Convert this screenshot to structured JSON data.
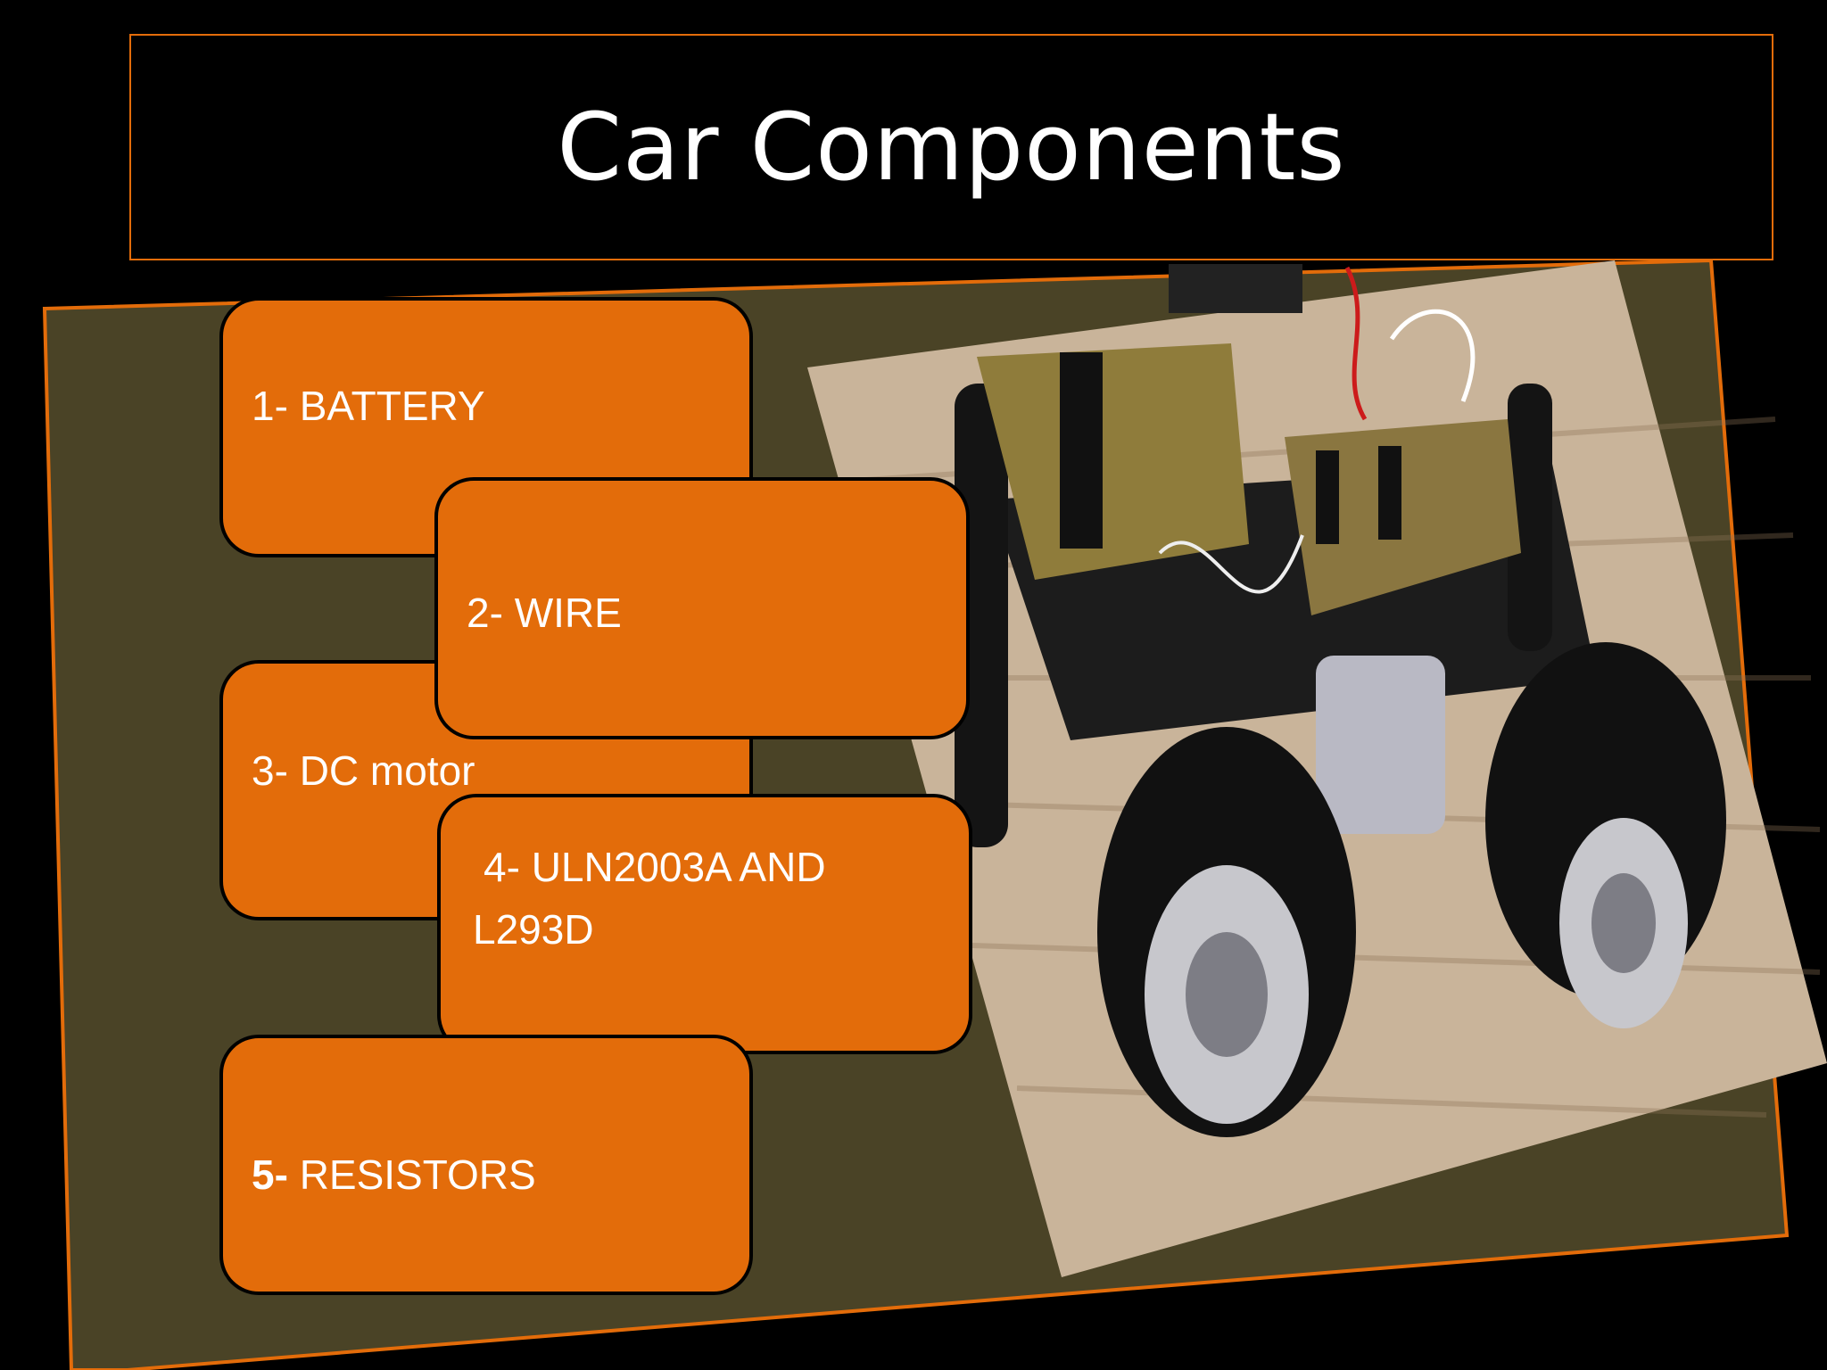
{
  "slide": {
    "title": "Car Components"
  },
  "components": [
    {
      "number": "1-",
      "name": "BATTERY"
    },
    {
      "number": "2-",
      "name": "WIRE"
    },
    {
      "number": "3-",
      "name": "DC motor"
    },
    {
      "number": "4-",
      "name": "ULN2003A AND L293D"
    },
    {
      "number": "5-",
      "name": "RESISTORS"
    }
  ],
  "photo": {
    "description_icon": "rc-car-photo"
  },
  "colors": {
    "accent": "#e36c0a",
    "panel": "#4a4326",
    "background": "#000000",
    "text": "#ffffff"
  }
}
